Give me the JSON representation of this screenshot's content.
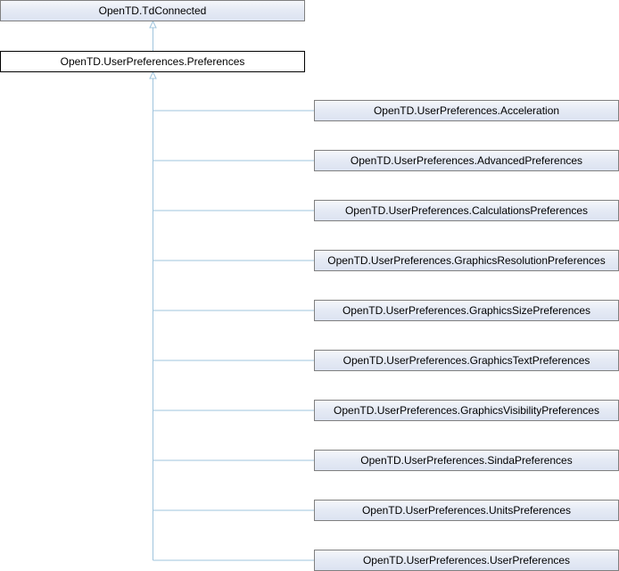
{
  "diagram": {
    "base_class": {
      "label": "OpenTD.TdConnected"
    },
    "current_class": {
      "label": "OpenTD.UserPreferences.Preferences"
    },
    "derived_classes": [
      {
        "label": "OpenTD.UserPreferences.Acceleration"
      },
      {
        "label": "OpenTD.UserPreferences.AdvancedPreferences"
      },
      {
        "label": "OpenTD.UserPreferences.CalculationsPreferences"
      },
      {
        "label": "OpenTD.UserPreferences.GraphicsResolutionPreferences"
      },
      {
        "label": "OpenTD.UserPreferences.GraphicsSizePreferences"
      },
      {
        "label": "OpenTD.UserPreferences.GraphicsTextPreferences"
      },
      {
        "label": "OpenTD.UserPreferences.GraphicsVisibilityPreferences"
      },
      {
        "label": "OpenTD.UserPreferences.SindaPreferences"
      },
      {
        "label": "OpenTD.UserPreferences.UnitsPreferences"
      },
      {
        "label": "OpenTD.UserPreferences.UserPreferences"
      }
    ],
    "colors": {
      "edge": "#9fc4dd",
      "node_border": "#808080",
      "node_fill": "#e0e6f2",
      "current_border": "#000000"
    }
  }
}
